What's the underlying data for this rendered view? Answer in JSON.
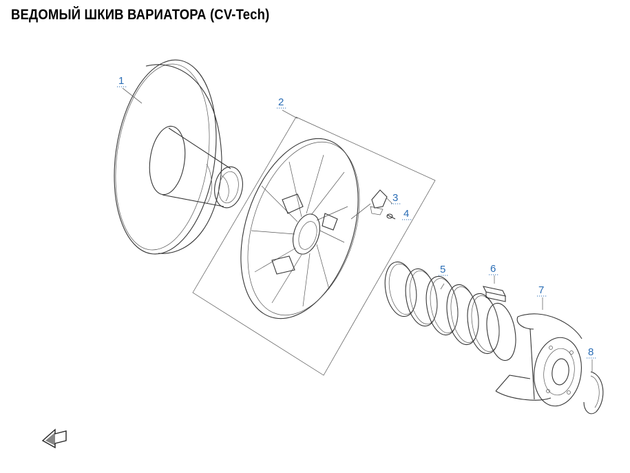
{
  "title": "ВЕДОМЫЙ ШКИВ ВАРИАТОРА (CV-Tech)",
  "callouts": [
    "1",
    "2",
    "3",
    "4",
    "5",
    "6",
    "7",
    "8"
  ],
  "colors": {
    "callout": "#2a6db5",
    "line": "#333333"
  },
  "icons": {
    "front_arrow": "front-direction-arrow-icon"
  }
}
